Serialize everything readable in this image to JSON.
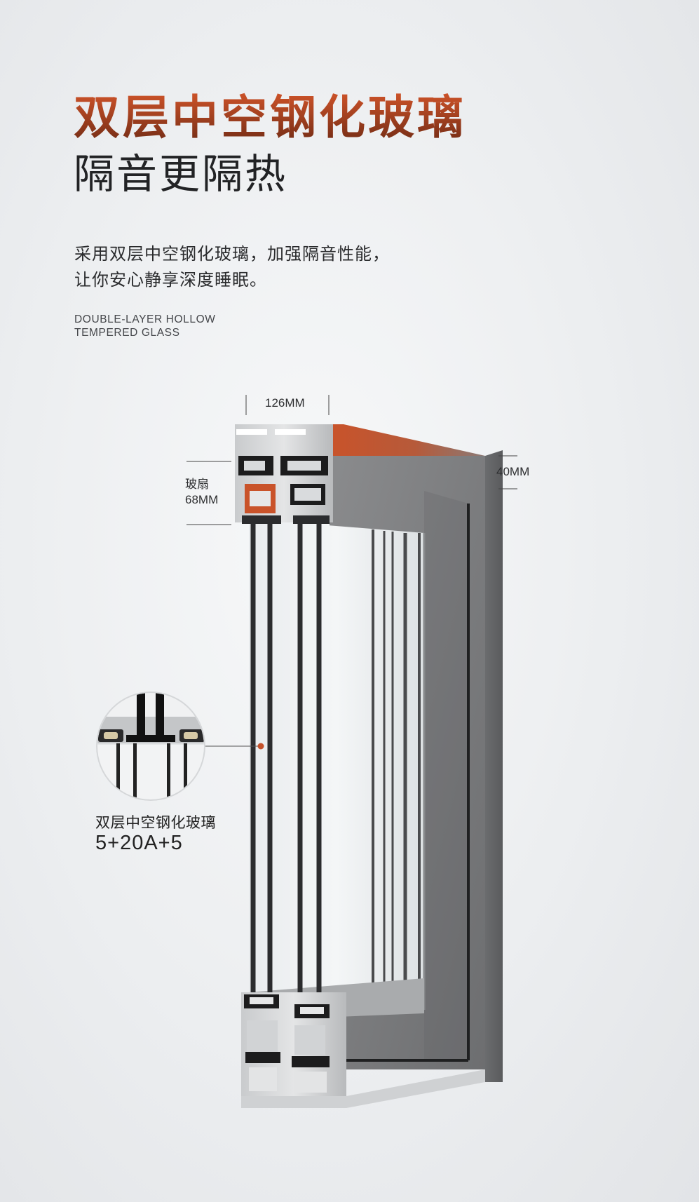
{
  "header": {
    "title": "双层中空钢化玻璃",
    "subtitle": "隔音更隔热"
  },
  "description": {
    "line1": "采用双层中空钢化玻璃，加强隔音性能，",
    "line2": "让你安心静享深度睡眠。"
  },
  "english": {
    "line1": "DOUBLE-LAYER HOLLOW",
    "line2": "TEMPERED GLASS"
  },
  "dimensions": {
    "width": "126MM",
    "depth": "40MM",
    "sash_name": "玻扇",
    "sash_width": "68MM"
  },
  "callout": {
    "title": "双层中空钢化玻璃",
    "spec": "5+20A+5"
  },
  "colors": {
    "accent": "#c4512a",
    "frame": "#7a7b7d",
    "glass_edge": "#2b2c2e"
  },
  "icons": {
    "callout_dot": "callout-dot-icon"
  }
}
